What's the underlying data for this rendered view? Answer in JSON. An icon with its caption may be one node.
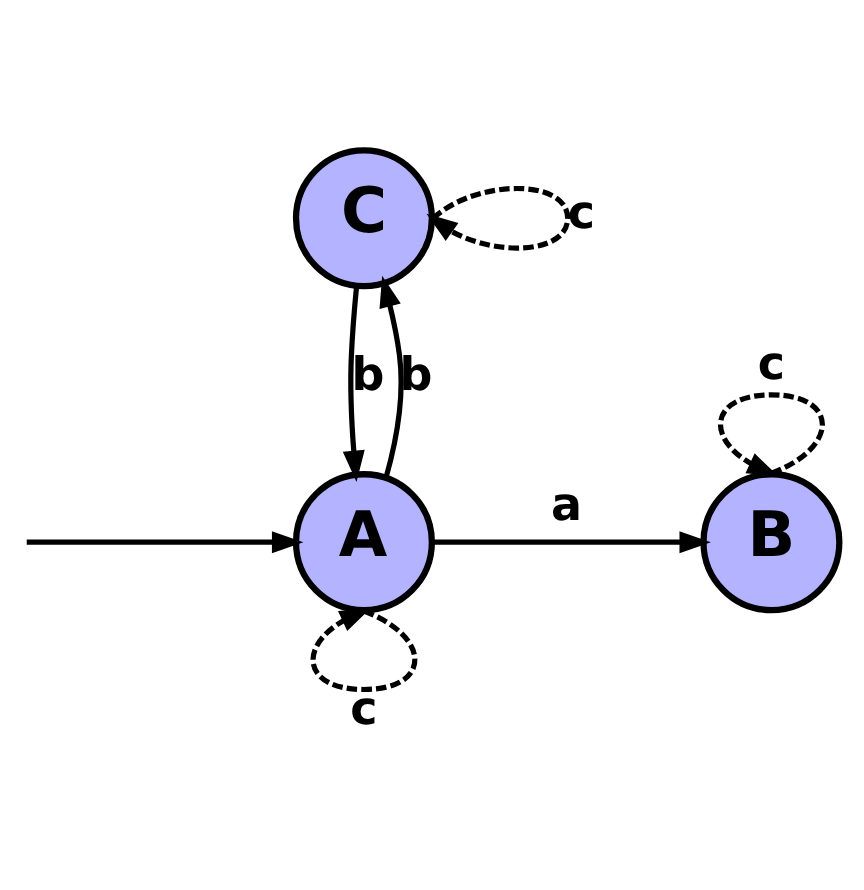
{
  "diagram": {
    "nodes": [
      {
        "text": [
          "C"
        ]
      },
      {
        "text": [
          "A"
        ]
      },
      {
        "text": [
          "B"
        ]
      }
    ],
    "edges": [
      {
        "from": 0,
        "to": 0,
        "arrow": "to",
        "label": "c",
        "style": "dashed"
      },
      {
        "from": 1,
        "to": 0,
        "arrow": "to",
        "label": "b"
      },
      {
        "from": 0,
        "to": 1,
        "arrow": "to",
        "label": "b"
      },
      {
        "from": 1,
        "to": 2,
        "arrow": "to",
        "label": "a"
      },
      {
        "from": 2,
        "to": 2,
        "arrow": "to",
        "label": "c",
        "style": "dashed"
      },
      {
        "from": 1,
        "to": 1,
        "arrow": "to",
        "label": "c",
        "style": "dashed"
      },
      {
        "from": null,
        "to": 1,
        "arrow": "to"
      }
    ]
  }
}
